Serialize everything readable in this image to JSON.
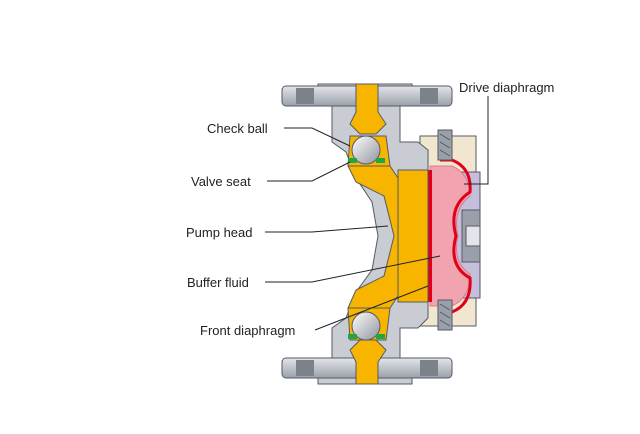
{
  "labels": {
    "drive_diaphragm": "Drive diaphragm",
    "check_ball": "Check ball",
    "valve_seat": "Valve seat",
    "pump_head": "Pump head",
    "buffer_fluid": "Buffer fluid",
    "front_diaphragm": "Front diaphragm"
  },
  "colors": {
    "fluid_yellow": "#f7b500",
    "housing_gray": "#c9ccd3",
    "diaphragm_red": "#e1001a",
    "buffer_pink": "#f2a3b0",
    "drive_purple": "#c5bfdc",
    "cream_body": "#f1e6cf",
    "seal_green": "#1aa84a"
  },
  "icons": [
    "bolt-icon",
    "flange-icon",
    "ball-icon",
    "seal-icon"
  ]
}
